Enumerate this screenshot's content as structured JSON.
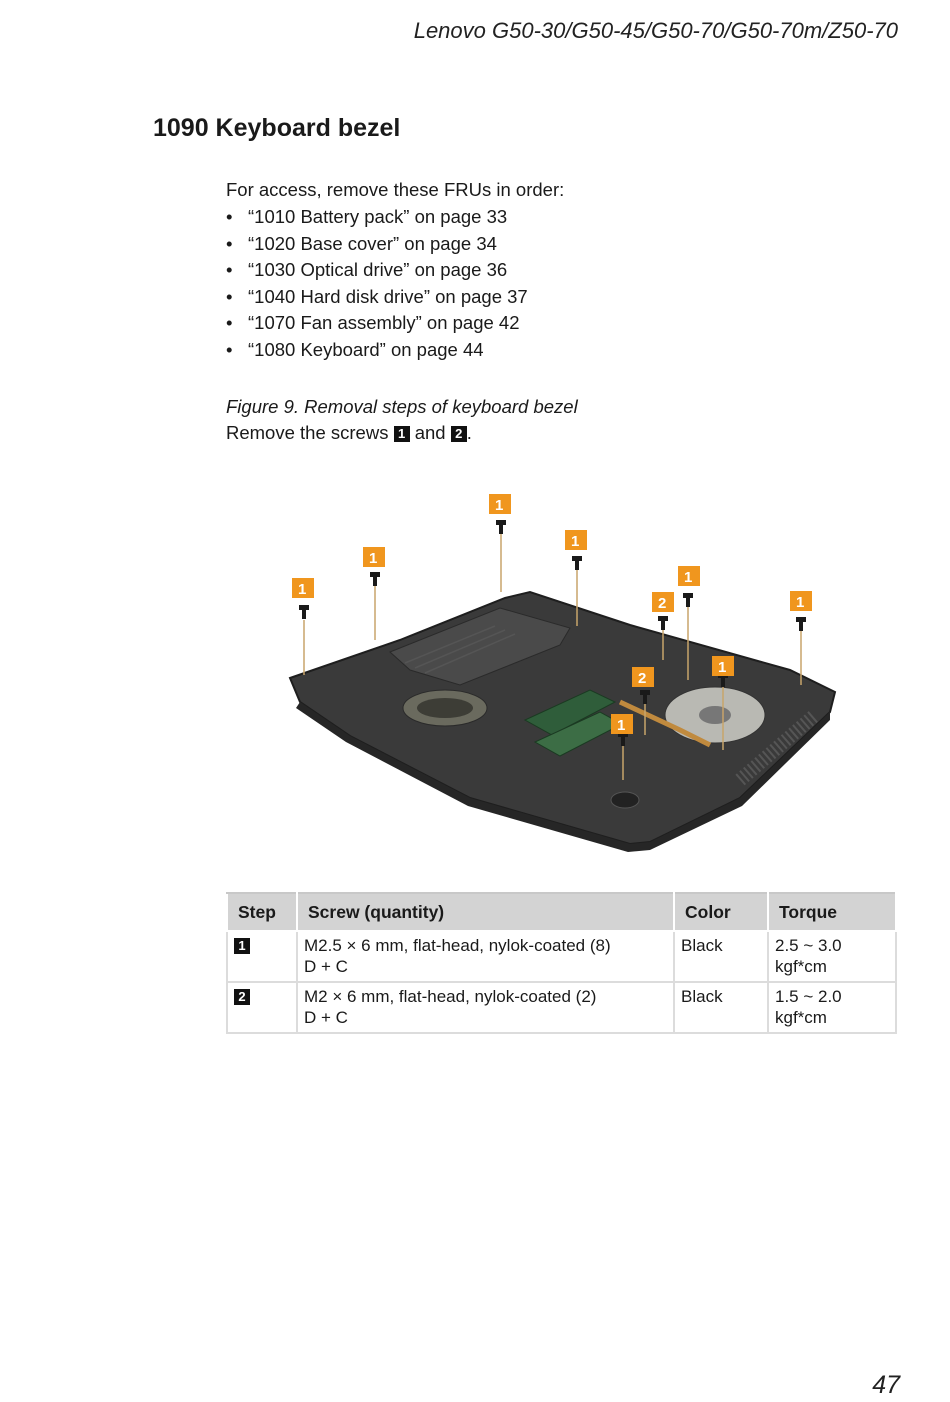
{
  "header": {
    "running_title": "Lenovo G50-30/G50-45/G50-70/G50-70m/Z50-70"
  },
  "section": {
    "title": "1090 Keyboard bezel"
  },
  "access": {
    "intro": "For access, remove these FRUs in order:",
    "frus": [
      "“1010 Battery pack” on page 33",
      "“1020 Base cover” on page 34",
      "“1030 Optical drive” on page 36",
      "“1040 Hard disk drive” on page 37",
      "“1070 Fan assembly” on page 42",
      "“1080 Keyboard” on page 44"
    ]
  },
  "figure": {
    "caption": "Figure 9. Removal steps of keyboard bezel",
    "instruction_prefix": "Remove the screws",
    "instruction_and": "and",
    "instruction_suffix": ".",
    "step_1_label": "1",
    "step_2_label": "2",
    "callout_color": "#f0961e",
    "callouts": [
      "1",
      "1",
      "1",
      "1",
      "1",
      "2",
      "1",
      "2",
      "1",
      "1"
    ]
  },
  "table": {
    "headers": {
      "step": "Step",
      "screw": "Screw (quantity)",
      "color": "Color",
      "torque": "Torque"
    },
    "rows": [
      {
        "step": "1",
        "screw_line1": "M2.5 × 6 mm, flat-head, nylok-coated (8)",
        "screw_line2": "D + C",
        "color": "Black",
        "torque": "2.5 ~ 3.0 kgf*cm"
      },
      {
        "step": "2",
        "screw_line1": "M2 × 6 mm, flat-head, nylok-coated (2)",
        "screw_line2": "D + C",
        "color": "Black",
        "torque": "1.5 ~ 2.0 kgf*cm"
      }
    ]
  },
  "footer": {
    "page_number": "47"
  }
}
